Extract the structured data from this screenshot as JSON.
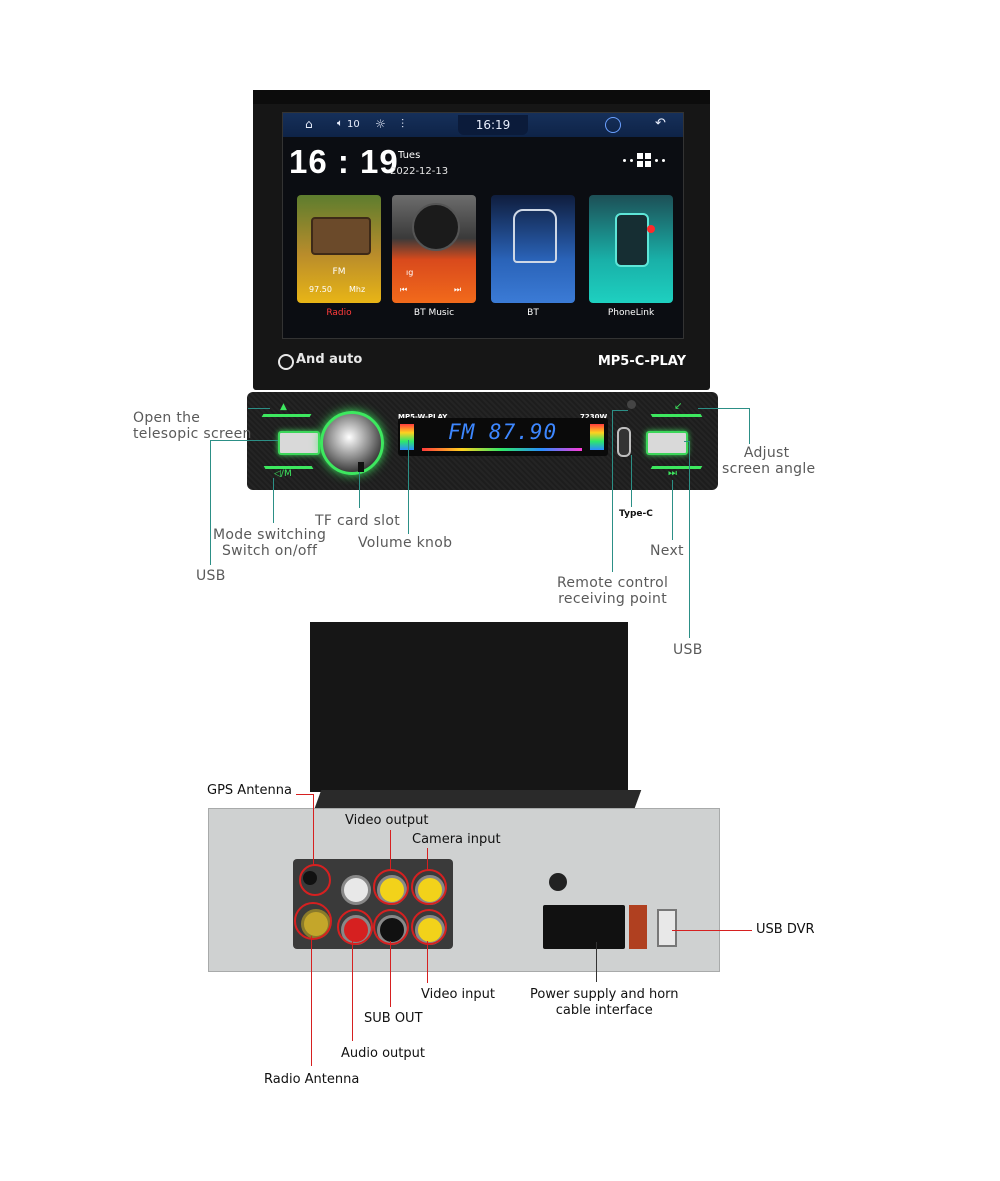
{
  "screen": {
    "volume": "10",
    "status_time": "16:19",
    "clock": "16 : 19",
    "day": "Tues",
    "date": "2022-12-13",
    "tiles": [
      {
        "label": "Radio",
        "band": "FM",
        "freq": "97.50",
        "unit": "Mhz",
        "label_color": "#ff3b3b"
      },
      {
        "label": "BT Music",
        "text": "ıg"
      },
      {
        "label": "BT"
      },
      {
        "label": "PhoneLink"
      }
    ]
  },
  "unit": {
    "brand": "And auto",
    "model": "MP5-C-PLAY",
    "lcd_model": "MP5-W-PLAY",
    "lcd_power": "7230W",
    "lcd_display": "FM 87.90",
    "mode_button": "◁/M"
  },
  "front_callouts": {
    "open_screen": [
      "Open the",
      "telesopic screen"
    ],
    "adjust_angle": [
      "Adjust",
      "screen angle"
    ],
    "tf_slot": "TF card slot",
    "mode_switch": [
      "Mode switching",
      "Switch on/off"
    ],
    "volume_knob": "Volume knob",
    "usb_left": "USB",
    "type_c": "Type-C",
    "next": "Next",
    "remote": [
      "Remote control",
      "receiving point"
    ],
    "usb_right": "USB"
  },
  "rear_callouts": {
    "gps": "GPS Antenna",
    "video_output": "Video output",
    "camera_input": "Camera input",
    "usb_dvr": "USB DVR",
    "video_input": "Video input",
    "power_supply": [
      "Power supply and horn",
      "cable interface"
    ],
    "sub_out": "SUB OUT",
    "audio_output": "Audio output",
    "radio_antenna": "Radio Antenna"
  },
  "colors": {
    "accent_green": "#3de85f",
    "lead_teal": "#2c8f86",
    "lead_red": "#d62020"
  }
}
